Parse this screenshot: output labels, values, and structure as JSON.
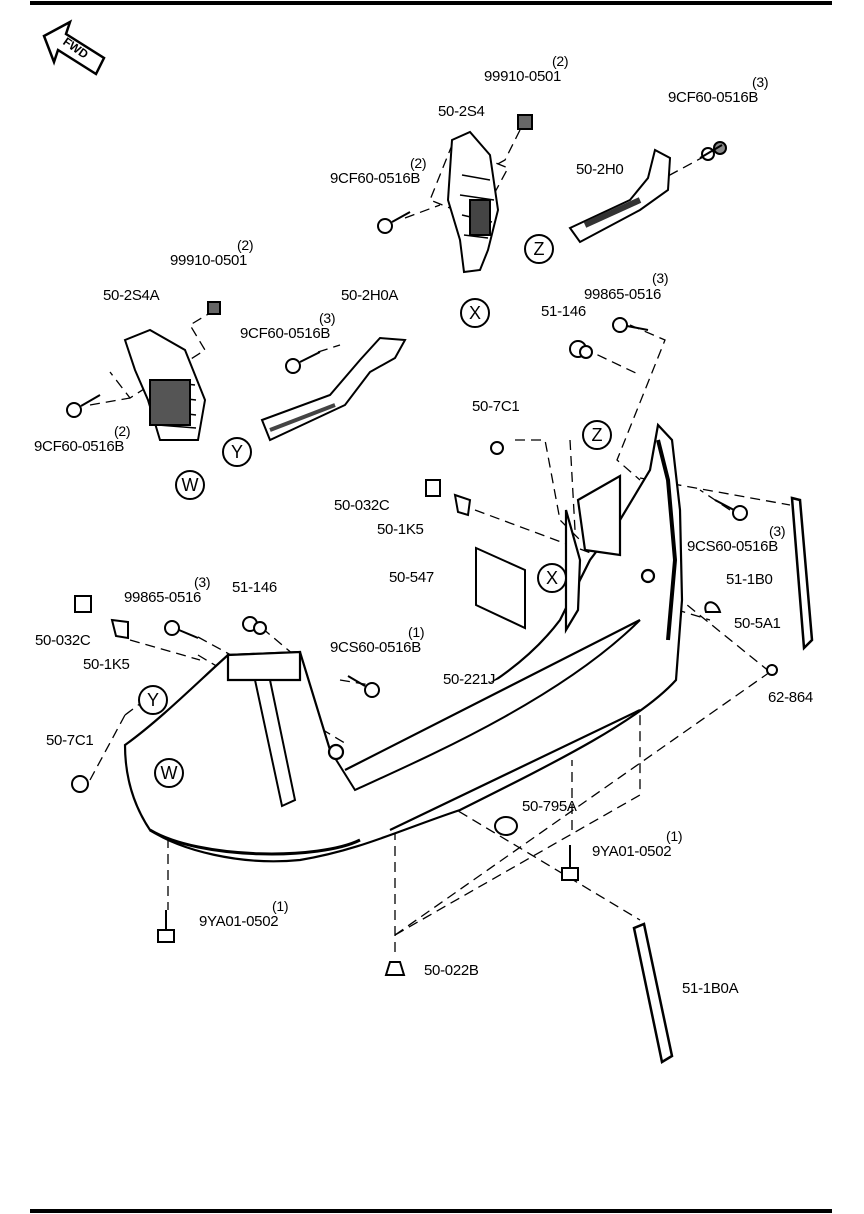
{
  "fwd_label": "FWD",
  "parts": {
    "p1": {
      "number": "99910-0501",
      "qty": "(2)"
    },
    "p2": {
      "number": "50-2S4"
    },
    "p3": {
      "number": "9CF60-0516B",
      "qty": "(3)"
    },
    "p4": {
      "number": "9CF60-0516B",
      "qty": "(2)"
    },
    "p5": {
      "number": "50-2H0"
    },
    "p6": {
      "number": "99910-0501",
      "qty": "(2)"
    },
    "p7": {
      "number": "50-2S4A"
    },
    "p8": {
      "number": "50-2H0A"
    },
    "p9": {
      "number": "9CF60-0516B",
      "qty": "(3)"
    },
    "p10": {
      "number": "99865-0516",
      "qty": "(3)"
    },
    "p11": {
      "number": "51-146"
    },
    "p12": {
      "number": "9CF60-0516B",
      "qty": "(2)"
    },
    "p13": {
      "number": "50-7C1"
    },
    "p14": {
      "number": "50-032C"
    },
    "p15": {
      "number": "50-1K5"
    },
    "p16": {
      "number": "9CS60-0516B",
      "qty": "(3)"
    },
    "p17": {
      "number": "50-547"
    },
    "p18": {
      "number": "51-1B0"
    },
    "p19": {
      "number": "50-5A1"
    },
    "p20": {
      "number": "99865-0516",
      "qty": "(3)"
    },
    "p21": {
      "number": "51-146"
    },
    "p22": {
      "number": "50-032C"
    },
    "p23": {
      "number": "9CS60-0516B",
      "qty": "(1)"
    },
    "p24": {
      "number": "50-1K5"
    },
    "p25": {
      "number": "50-221J"
    },
    "p26": {
      "number": "62-864"
    },
    "p27": {
      "number": "50-7C1"
    },
    "p28": {
      "number": "50-795A"
    },
    "p29": {
      "number": "9YA01-0502",
      "qty": "(1)"
    },
    "p30": {
      "number": "9YA01-0502",
      "qty": "(1)"
    },
    "p31": {
      "number": "50-022B"
    },
    "p32": {
      "number": "51-1B0A"
    }
  },
  "refs": {
    "x1": "X",
    "z1": "Z",
    "w1": "W",
    "y1": "Y",
    "z2": "Z",
    "x2": "X",
    "y2": "Y",
    "w2": "W"
  }
}
